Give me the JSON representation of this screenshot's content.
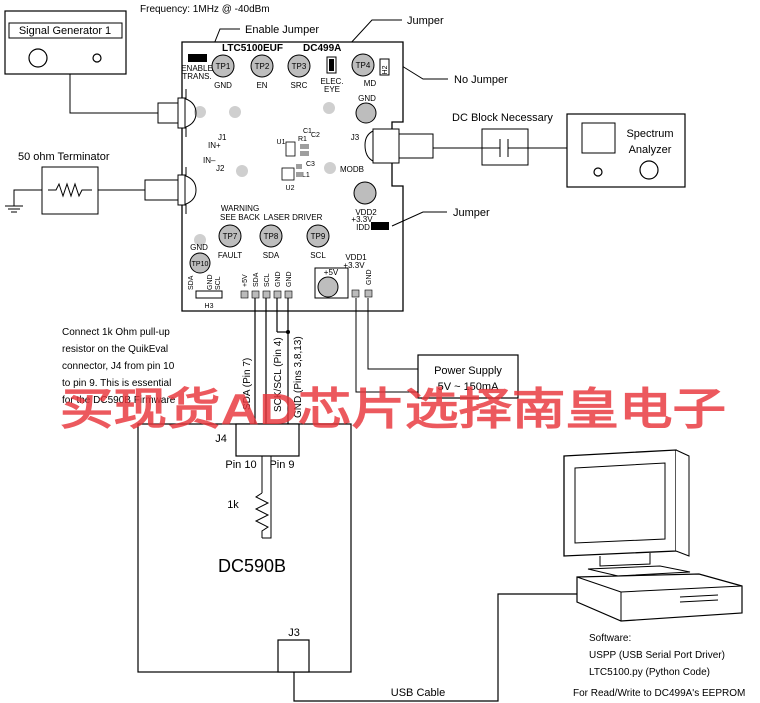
{
  "top": {
    "frequency": "Frequency: 1MHz @ -40dBm",
    "signal_generator": "Signal Generator 1",
    "enable_jumper": "Enable Jumper",
    "jumper_top": "Jumper",
    "no_jumper": "No Jumper",
    "jumper_mid": "Jumper",
    "dc_block": "DC Block Necessary",
    "spectrum_line1": "Spectrum",
    "spectrum_line2": "Analyzer",
    "terminator": "50 ohm Terminator"
  },
  "board": {
    "part": "LTC5100EUF",
    "name": "DC499A",
    "enable_trans_1": "ENABLE",
    "enable_trans_2": "TRANS.",
    "elec_eye_1": "ELEC.",
    "elec_eye_2": "EYE",
    "md": "MD",
    "h2": "H2",
    "tp1": "TP1",
    "tp1_lbl": "GND",
    "tp2": "TP2",
    "tp2_lbl": "EN",
    "tp3": "TP3",
    "tp3_lbl": "SRC",
    "tp4": "TP4",
    "gnd_right": "GND",
    "j3": "J3",
    "modb": "MODB",
    "vdd2_1": "VDD2",
    "vdd2_2": "+3.3V",
    "idd": "IDD",
    "j1": "J1",
    "in_plus": "IN+",
    "in_minus": "IN–",
    "j2": "J2",
    "c1": "C1",
    "c2": "C2",
    "r1": "R1",
    "u1": "U1",
    "c3": "C3",
    "l1": "L1",
    "u2": "U2",
    "warning_1": "WARNING",
    "warning_2": "SEE BACK",
    "laser_driver": "LASER DRIVER",
    "tp7": "TP7",
    "tp7_lbl": "FAULT",
    "tp8": "TP8",
    "tp8_lbl": "SDA",
    "tp9": "TP9",
    "tp9_lbl": "SCL",
    "gnd_left": "GND",
    "tp10": "TP10",
    "sda_side": "SDA",
    "gnd_scl_1": "GND",
    "gnd_scl_2": "SCL",
    "h3": "H3",
    "pin_5v": "+5V",
    "pin_sda": "SDA",
    "pin_scl": "SCL",
    "pin_gnd1": "GND",
    "pin_gnd2": "GND",
    "vdd1_1": "VDD1",
    "vdd1_2": "+3.3V",
    "plus5v": "+5V",
    "gnd_bottom": "GND"
  },
  "notes": {
    "line1": "Connect 1k Ohm pull-up",
    "line2": "resistor on the QuikEval",
    "line3": "connector, J4 from pin 10",
    "line4": "to pin 9. This is essential",
    "line5": "for the DC590B Firmware"
  },
  "wires": {
    "sda_pin7": "SDA (Pin 7)",
    "sck_pin4": "SCK/SCL (Pin 4)",
    "gnd_pins": "GND (Pins 3,8,13)"
  },
  "power_supply": {
    "line1": "Power Supply",
    "line2": "5V ~ 150mA"
  },
  "dc590b": {
    "j4": "J4",
    "pin10": "Pin 10",
    "pin9": "Pin 9",
    "r1k": "1k",
    "name": "DC590B",
    "j3": "J3"
  },
  "usb_cable": "USB Cable",
  "software": {
    "line1": "Software:",
    "line2": "USPP (USB Serial Port Driver)",
    "line3": "LTC5100.py (Python Code)",
    "line4": "For Read/Write to DC499A's EEPROM"
  },
  "watermark": "买现货AD芯片选择南皇电子"
}
